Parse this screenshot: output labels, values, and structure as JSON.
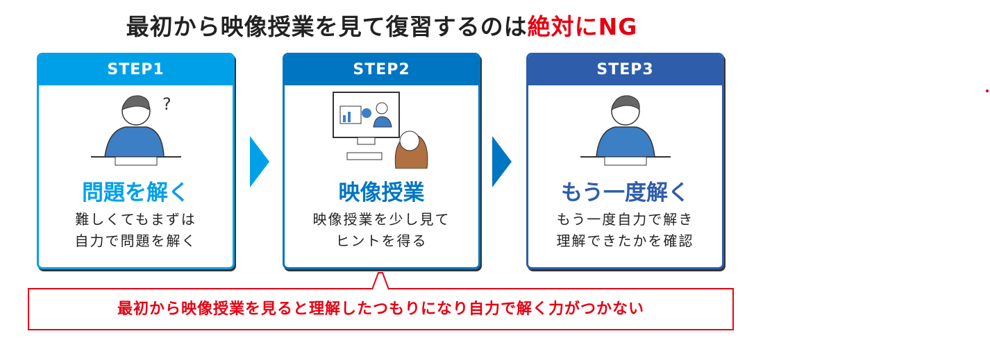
{
  "title": {
    "main": "最初から映像授業を見て復習するのは",
    "emphasis": "絶対にNG"
  },
  "steps": [
    {
      "label": "STEP1",
      "heading": "問題を解く",
      "desc1": "難しくてもまずは",
      "desc2": "自力で問題を解く",
      "color": "#00a0e9",
      "icon": "student-thinking-icon"
    },
    {
      "label": "STEP2",
      "heading": "映像授業",
      "desc1": "映像授業を少し見て",
      "desc2": "ヒントを得る",
      "color": "#0075c2",
      "icon": "video-lesson-icon"
    },
    {
      "label": "STEP3",
      "heading": "もう一度解く",
      "desc1": "もう一度自力で解き",
      "desc2": "理解できたかを確認",
      "color": "#2e5dab",
      "icon": "student-studying-icon"
    }
  ],
  "callout": "最初から映像授業を見ると理解したつもりになり自力で解く力がつかない",
  "colors": {
    "red": "#e60012"
  }
}
